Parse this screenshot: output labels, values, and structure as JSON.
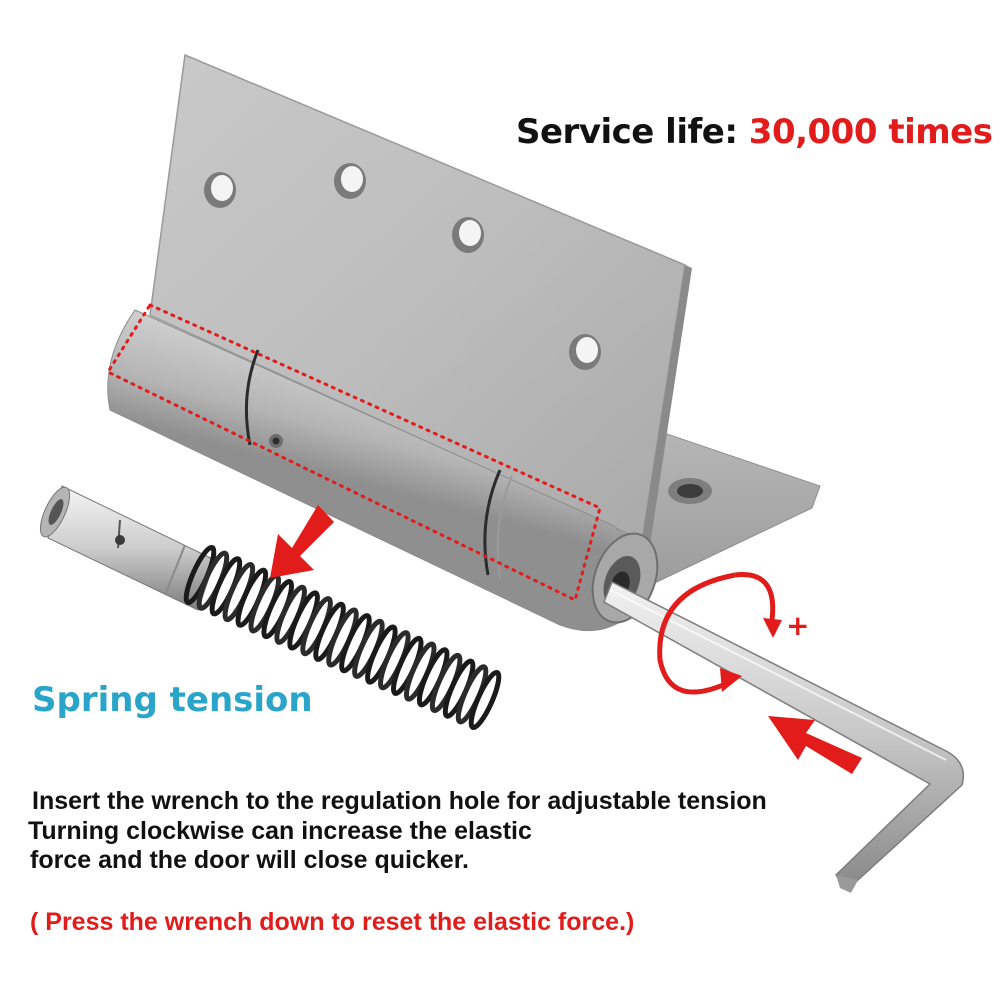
{
  "headline": {
    "label": "Service life:",
    "value": "30,000 times",
    "value_color": "#e21b1b"
  },
  "spring_label": {
    "text": "Spring tension",
    "color": "#2aa5c9"
  },
  "description": {
    "line1": "Insert the wrench to the  regulation hole for adjustable tension",
    "line2": "Turning clockwise can increase the elastic",
    "line3": "force and the door will close quicker."
  },
  "reset_note": {
    "text": "( Press the wrench  down to reset the elastic force.)",
    "color": "#e21b1b"
  },
  "rotation_sign": "+",
  "icons": [
    "hinge-image",
    "hex-wrench-image",
    "spring-image",
    "pin-image",
    "arrow-icon",
    "rotation-arrow-icon"
  ]
}
